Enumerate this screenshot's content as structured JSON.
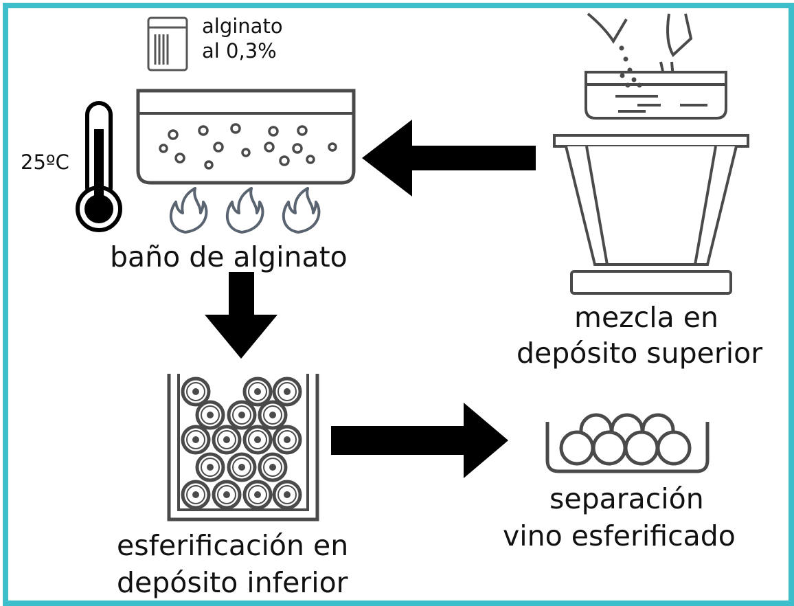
{
  "labels": {
    "alginate_jar_line1": "alginato",
    "alginate_jar_line2": "al 0,3%",
    "temperature": "25ºC",
    "bath": "baño de alginato",
    "mix_line1": "mezcla en",
    "mix_line2": "depósito superior",
    "spher_line1": "esferificación en",
    "spher_line2": "depósito inferior",
    "sep_line1": "separación",
    "sep_line2": "vino esferificado"
  },
  "colors": {
    "frame": "#3dbfcb",
    "arrow": "#000000",
    "line_art": "#4a4a4a",
    "flame": "#5a6470"
  },
  "icons": [
    "alginate-jar-icon",
    "thermometer-icon",
    "alginate-bath-icon",
    "flame-icon",
    "mixing-tank-icon",
    "spherification-tank-icon",
    "spheres-bowl-icon"
  ]
}
